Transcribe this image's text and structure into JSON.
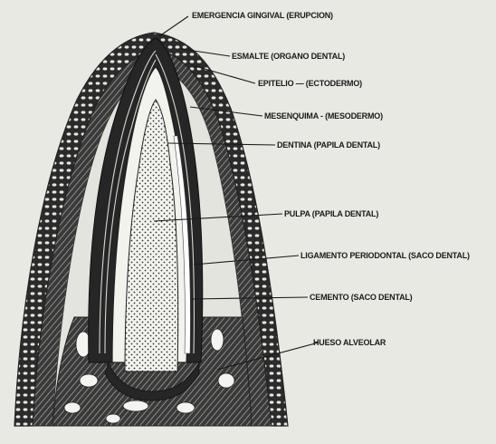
{
  "labels": {
    "emergencia": "EMERGENCIA GINGIVAL (ERUPCION)",
    "esmalte": "ESMALTE (ORGANO DENTAL)",
    "epitelio": "EPITELIO — (ECTODERMO)",
    "mesenquima": "MESENQUIMA - (MESODERMO)",
    "dentina": "DENTINA (PAPILA DENTAL)",
    "pulpa": "PULPA (PAPILA DENTAL)",
    "ligamento": "LIGAMENTO PERIODONTAL (SACO DENTAL)",
    "cemento": "CEMENTO (SACO DENTAL)",
    "hueso": "HUESO ALVEOLAR"
  },
  "colors": {
    "background": "#e9e9e4",
    "ink": "#1a1a1a",
    "dark_fill": "#2a2a2a",
    "light_fill": "#f4f4f0"
  }
}
